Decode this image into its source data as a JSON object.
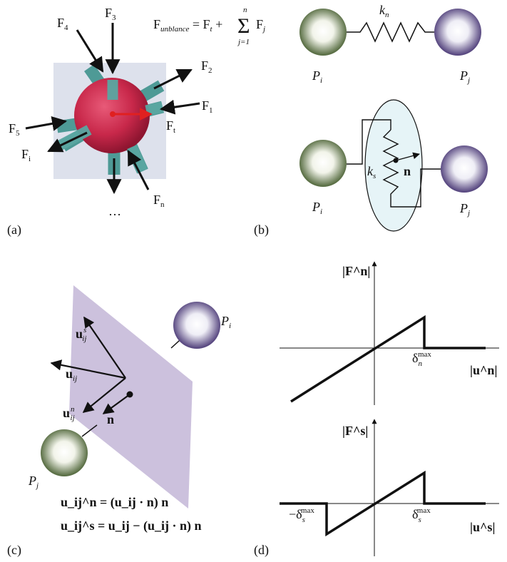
{
  "panel_labels": {
    "a": "(a)",
    "b": "(b)",
    "c": "(c)",
    "d": "(d)"
  },
  "panel_a": {
    "equation": {
      "lhs_base": "F",
      "lhs_sub": "unblance",
      "eq": " = F",
      "t_sub": "t",
      "plus": " + ",
      "sum_top": "n",
      "sum_bottom": "j=1",
      "rhs_base": "F",
      "rhs_sub": "j"
    },
    "forces": [
      {
        "base": "F",
        "sub": "3"
      },
      {
        "base": "F",
        "sub": "4"
      },
      {
        "base": "F",
        "sub": "2"
      },
      {
        "base": "F",
        "sub": "1"
      },
      {
        "base": "F",
        "sub": "t"
      },
      {
        "base": "F",
        "sub": "5"
      },
      {
        "base": "F",
        "sub": "i"
      },
      {
        "base": "F",
        "sub": "n"
      }
    ],
    "ellipsis": "…",
    "colors": {
      "sphere": "#c8284a",
      "arm": "#4e9a96",
      "resultant": "#e02020",
      "backdrop": "#d6dbe8"
    }
  },
  "panel_b": {
    "normal_spring": "k",
    "normal_spring_sub": "n",
    "shear_spring": "k",
    "shear_spring_sub": "s",
    "normal_vector": "n",
    "particle_i": "P",
    "particle_i_sub": "i",
    "particle_j": "P",
    "particle_j_sub": "j",
    "colors": {
      "particle_i": "#5b7046",
      "particle_j": "#5a4a82",
      "shear_region": "#e6f4f7"
    }
  },
  "panel_c": {
    "particle_i": "P",
    "particle_i_sub": "i",
    "particle_j": "P",
    "particle_j_sub": "j",
    "vectors": [
      {
        "base": "u",
        "sub": "ij",
        "sup": "s"
      },
      {
        "base": "u",
        "sub": "ij",
        "sup": ""
      },
      {
        "base": "u",
        "sub": "ij",
        "sup": "n"
      },
      {
        "base": "n",
        "sub": "",
        "sup": ""
      }
    ],
    "eq1": "u_ij^n = (u_ij · n) n",
    "eq2": "u_ij^s = u_ij − (u_ij · n) n",
    "colors": {
      "plane": "#c9bedb"
    }
  },
  "panel_d": {
    "normal_chart": {
      "y_axis": "|F^n|",
      "x_axis": "|u^n|",
      "delta": "δ",
      "delta_sub": "n",
      "delta_sup": "max"
    },
    "shear_chart": {
      "y_axis": "|F^s|",
      "x_axis": "|u^s|",
      "delta": "δ",
      "delta_sub": "s",
      "delta_sup": "max",
      "neg_delta": "−δ"
    }
  }
}
